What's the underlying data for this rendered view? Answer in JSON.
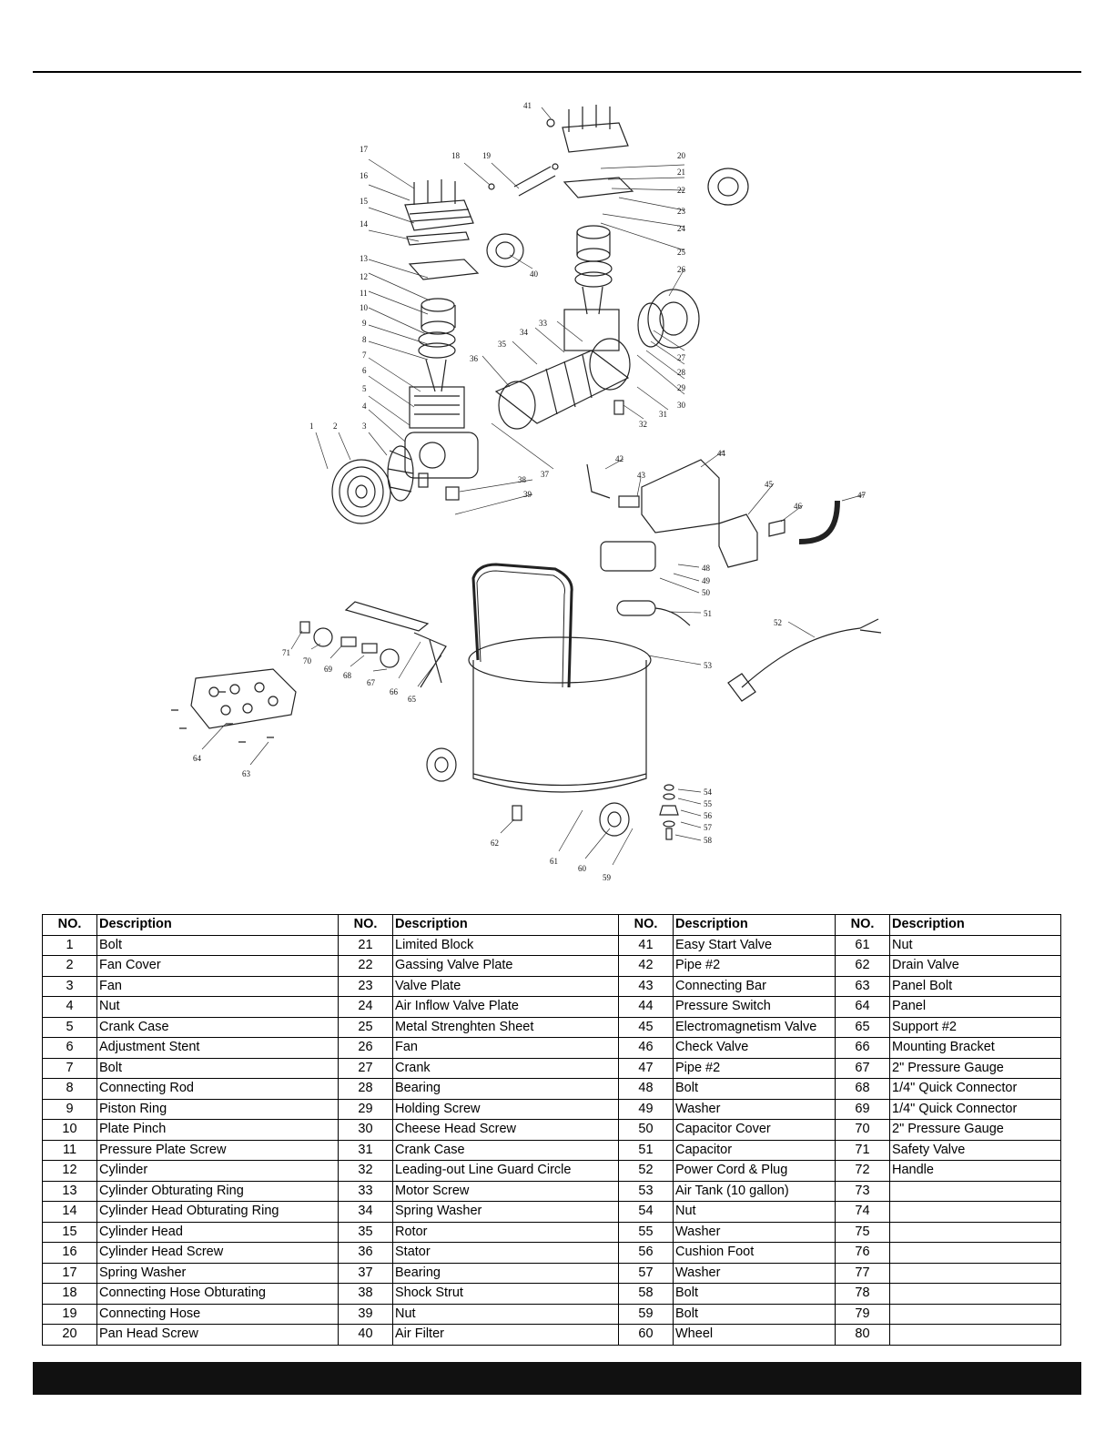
{
  "table": {
    "headers": {
      "no": "NO.",
      "description": "Description"
    },
    "rows": [
      [
        {
          "no": "1",
          "desc": "Bolt"
        },
        {
          "no": "21",
          "desc": "Limited Block"
        },
        {
          "no": "41",
          "desc": "Easy Start Valve"
        },
        {
          "no": "61",
          "desc": "Nut"
        }
      ],
      [
        {
          "no": "2",
          "desc": "Fan Cover"
        },
        {
          "no": "22",
          "desc": "Gassing Valve Plate"
        },
        {
          "no": "42",
          "desc": "Pipe #2"
        },
        {
          "no": "62",
          "desc": "Drain Valve"
        }
      ],
      [
        {
          "no": "3",
          "desc": "Fan"
        },
        {
          "no": "23",
          "desc": "Valve Plate"
        },
        {
          "no": "43",
          "desc": "Connecting Bar"
        },
        {
          "no": "63",
          "desc": "Panel Bolt"
        }
      ],
      [
        {
          "no": "4",
          "desc": "Nut"
        },
        {
          "no": "24",
          "desc": "Air Inflow Valve Plate"
        },
        {
          "no": "44",
          "desc": "Pressure Switch"
        },
        {
          "no": "64",
          "desc": "Panel"
        }
      ],
      [
        {
          "no": "5",
          "desc": "Crank Case"
        },
        {
          "no": "25",
          "desc": "Metal Strenghten Sheet"
        },
        {
          "no": "45",
          "desc": "Electromagnetism Valve"
        },
        {
          "no": "65",
          "desc": "Support #2"
        }
      ],
      [
        {
          "no": "6",
          "desc": "Adjustment Stent"
        },
        {
          "no": "26",
          "desc": "Fan"
        },
        {
          "no": "46",
          "desc": "Check Valve"
        },
        {
          "no": "66",
          "desc": "Mounting Bracket"
        }
      ],
      [
        {
          "no": "7",
          "desc": "Bolt"
        },
        {
          "no": "27",
          "desc": "Crank"
        },
        {
          "no": "47",
          "desc": "Pipe #2"
        },
        {
          "no": "67",
          "desc": "2\" Pressure Gauge"
        }
      ],
      [
        {
          "no": "8",
          "desc": "Connecting Rod"
        },
        {
          "no": "28",
          "desc": "Bearing"
        },
        {
          "no": "48",
          "desc": "Bolt"
        },
        {
          "no": "68",
          "desc": "1/4\" Quick Connector"
        }
      ],
      [
        {
          "no": "9",
          "desc": "Piston Ring"
        },
        {
          "no": "29",
          "desc": "Holding Screw"
        },
        {
          "no": "49",
          "desc": "Washer"
        },
        {
          "no": "69",
          "desc": "1/4\" Quick Connector"
        }
      ],
      [
        {
          "no": "10",
          "desc": "Plate Pinch"
        },
        {
          "no": "30",
          "desc": "Cheese Head Screw"
        },
        {
          "no": "50",
          "desc": "Capacitor Cover"
        },
        {
          "no": "70",
          "desc": "2\" Pressure Gauge"
        }
      ],
      [
        {
          "no": "11",
          "desc": "Pressure Plate Screw"
        },
        {
          "no": "31",
          "desc": "Crank Case"
        },
        {
          "no": "51",
          "desc": "Capacitor"
        },
        {
          "no": "71",
          "desc": "Safety Valve"
        }
      ],
      [
        {
          "no": "12",
          "desc": "Cylinder"
        },
        {
          "no": "32",
          "desc": "Leading-out Line Guard Circle"
        },
        {
          "no": "52",
          "desc": "Power Cord & Plug"
        },
        {
          "no": "72",
          "desc": "Handle"
        }
      ],
      [
        {
          "no": "13",
          "desc": "Cylinder Obturating Ring"
        },
        {
          "no": "33",
          "desc": "Motor Screw"
        },
        {
          "no": "53",
          "desc": "Air Tank  (10 gallon)"
        },
        {
          "no": "73",
          "desc": ""
        }
      ],
      [
        {
          "no": "14",
          "desc": "Cylinder Head Obturating Ring"
        },
        {
          "no": "34",
          "desc": "Spring Washer"
        },
        {
          "no": "54",
          "desc": "Nut"
        },
        {
          "no": "74",
          "desc": ""
        }
      ],
      [
        {
          "no": "15",
          "desc": "Cylinder Head"
        },
        {
          "no": "35",
          "desc": "Rotor"
        },
        {
          "no": "55",
          "desc": "Washer"
        },
        {
          "no": "75",
          "desc": ""
        }
      ],
      [
        {
          "no": "16",
          "desc": "Cylinder Head Screw"
        },
        {
          "no": "36",
          "desc": "Stator"
        },
        {
          "no": "56",
          "desc": "Cushion Foot"
        },
        {
          "no": "76",
          "desc": ""
        }
      ],
      [
        {
          "no": "17",
          "desc": "Spring Washer"
        },
        {
          "no": "37",
          "desc": "Bearing"
        },
        {
          "no": "57",
          "desc": "Washer"
        },
        {
          "no": "77",
          "desc": ""
        }
      ],
      [
        {
          "no": "18",
          "desc": "Connecting Hose Obturating"
        },
        {
          "no": "38",
          "desc": "Shock Strut"
        },
        {
          "no": "58",
          "desc": "Bolt"
        },
        {
          "no": "78",
          "desc": ""
        }
      ],
      [
        {
          "no": "19",
          "desc": "Connecting Hose"
        },
        {
          "no": "39",
          "desc": "Nut"
        },
        {
          "no": "59",
          "desc": "Bolt"
        },
        {
          "no": "79",
          "desc": ""
        }
      ],
      [
        {
          "no": "20",
          "desc": "Pan Head Screw"
        },
        {
          "no": "40",
          "desc": "Air Filter"
        },
        {
          "no": "60",
          "desc": "Wheel"
        },
        {
          "no": "80",
          "desc": ""
        }
      ]
    ]
  },
  "diagram": {
    "callouts": [
      "1",
      "2",
      "3",
      "4",
      "5",
      "6",
      "7",
      "8",
      "9",
      "10",
      "11",
      "12",
      "13",
      "14",
      "15",
      "16",
      "17",
      "18",
      "19",
      "20",
      "21",
      "22",
      "23",
      "24",
      "25",
      "26",
      "27",
      "28",
      "29",
      "30",
      "31",
      "32",
      "33",
      "34",
      "35",
      "36",
      "37",
      "38",
      "39",
      "40",
      "41",
      "42",
      "43",
      "44",
      "45",
      "46",
      "47",
      "48",
      "49",
      "50",
      "51",
      "52",
      "53",
      "54",
      "55",
      "56",
      "57",
      "58",
      "59",
      "60",
      "61",
      "62",
      "63",
      "64",
      "65",
      "66",
      "67",
      "68",
      "69",
      "70",
      "71"
    ]
  }
}
